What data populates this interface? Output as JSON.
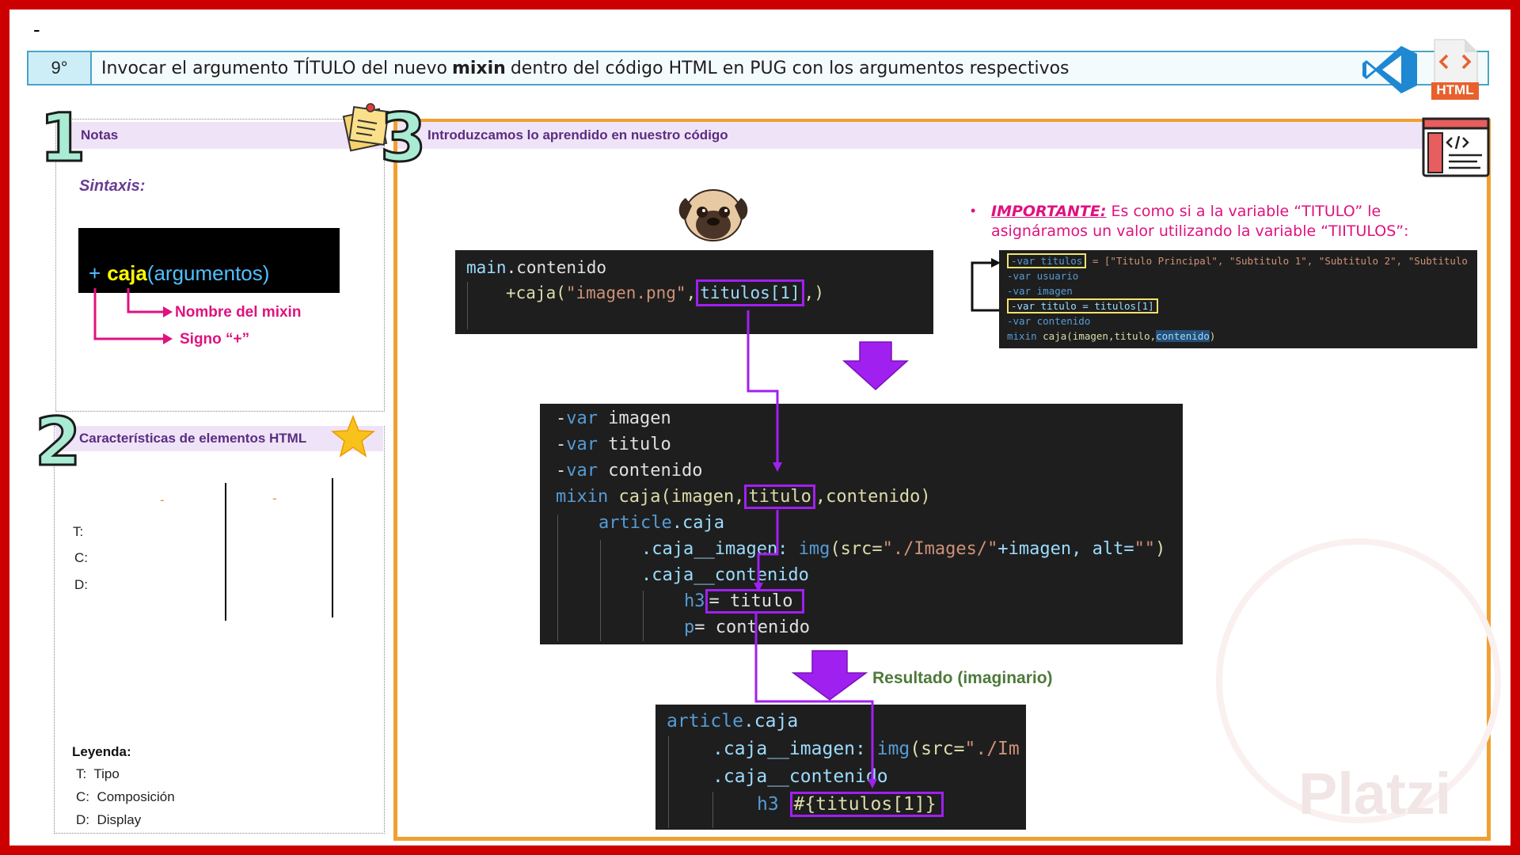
{
  "top_dash": "-",
  "header": {
    "step": "9°",
    "title_pre": "Invocar el argumento TÍTULO del nuevo",
    "title_bold": "mixin",
    "title_post": "dentro del código HTML en PUG con los argumentos respectivos",
    "html_badge": "HTML"
  },
  "section1": {
    "number": "1",
    "title": "Notas",
    "sintaxis": "Sintaxis:",
    "syntax_plus": "+",
    "syntax_name": "caja",
    "syntax_args": "(argumentos)",
    "label_name": "Nombre del mixin",
    "label_sign": "Signo “+”"
  },
  "section2": {
    "number": "2",
    "title": "Características de elementos HTML",
    "col1_dash": "-",
    "col2_dash": "-",
    "row_t": "T:",
    "row_c": "C:",
    "row_d": "D:",
    "leyenda": "Leyenda:",
    "legend": [
      {
        "key": "T:",
        "value": "Tipo"
      },
      {
        "key": "C:",
        "value": "Composición"
      },
      {
        "key": "D:",
        "value": "Display"
      }
    ]
  },
  "section3": {
    "number": "3",
    "title": "Introduzcamos lo aprendido en nuestro código",
    "code1": {
      "line1_a": "main",
      "line1_b": ".contenido",
      "line2_a": "+caja(",
      "line2_str": "\"imagen.png\"",
      "line2_comma": ",",
      "line2_hl": "titulos[1]",
      "line2_end": ",)"
    },
    "important_label": "IMPORTANTE:",
    "important_text": " Es como si a la variable “TITULO” le asignáramos un valor utilizando la variable “TIITULOS”:",
    "code2": {
      "l1_hl": "-var titulos",
      "l1_rest": " = [\"Titulo Principal\", \"Subtitulo 1\", \"Subtitulo 2\", \"Subtitulo",
      "l2": "-var usuario",
      "l3": "-var imagen",
      "l4_hl": "-var titulo = titulos[1]",
      "l5": "-var contenido",
      "l6_a": "mixin ",
      "l6_fn": "caja",
      "l6_args": "(imagen,titulo,",
      "l6_hl": "contenido",
      "l6_end": ")"
    },
    "code3": {
      "l1_dash": "-",
      "l1_kw": "var",
      "l1_name": " imagen",
      "l2_dash": "-",
      "l2_kw": "var",
      "l2_name": " titulo",
      "l3_dash": "-",
      "l3_kw": "var",
      "l3_name": " contenido",
      "l4_kw": "mixin",
      "l4_fn": " caja",
      "l4_a": "(imagen,",
      "l4_hl": "titulo",
      "l4_b": ",contenido)",
      "l5_a": "article",
      "l5_b": ".caja",
      "l6_a": ".caja__imagen: ",
      "l6_b": "img",
      "l6_c": "(src=",
      "l6_str": "\"./Images/\"",
      "l6_d": "+imagen, alt=",
      "l6_str2": "\"\"",
      "l6_e": ")",
      "l7": ".caja__contenido",
      "l8_a": "h3",
      "l8_hl": "= titulo",
      "l9_a": "p",
      "l9_b": "= contenido"
    },
    "resultado": "Resultado (imaginario)",
    "code4": {
      "l1_a": "article",
      "l1_b": ".caja",
      "l2_a": ".caja__imagen: ",
      "l2_b": "img",
      "l2_c": "(src=",
      "l2_str": "\"./Im",
      "l3": ".caja__contenido",
      "l4_a": "h3 ",
      "l4_hl": "#{titulos[1]}"
    }
  },
  "watermark": "Platzi",
  "colors": {
    "frame": "#cc0000",
    "header_border": "#4aa3c8",
    "section3_border": "#f0a030",
    "highlight": "#a020f0",
    "pink": "#e0117f",
    "purple_title": "#5a2d82"
  }
}
